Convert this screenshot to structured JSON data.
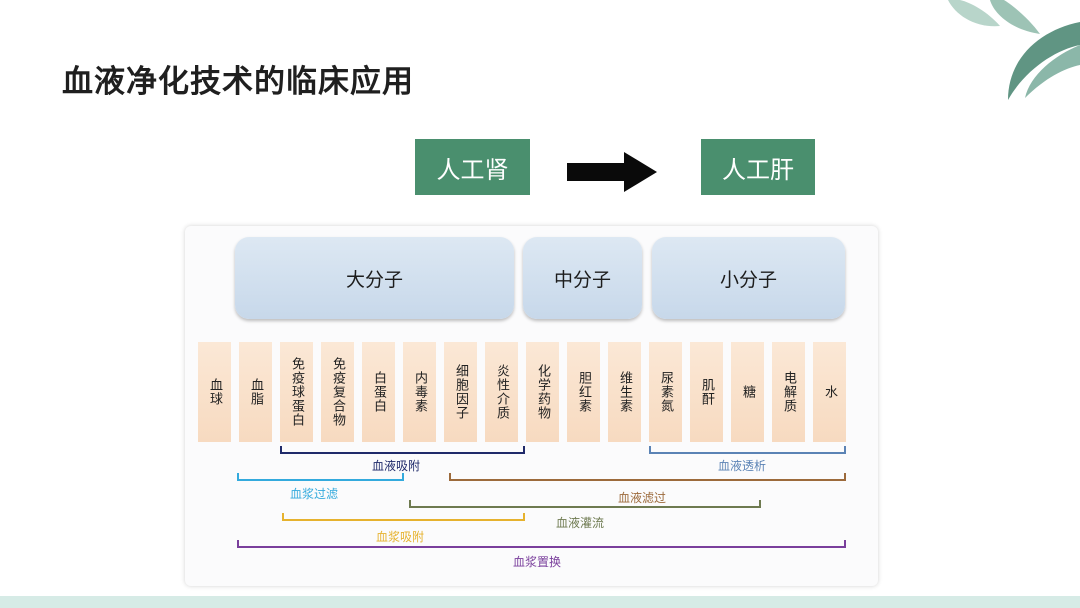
{
  "title": "血液净化技术的临床应用",
  "flow": {
    "from": "人工肾",
    "to": "人工肝"
  },
  "categories": {
    "large": "大分子",
    "middle": "中分子",
    "small": "小分子"
  },
  "items": [
    "血球",
    "血脂",
    "免疫球蛋白",
    "免疫复合物",
    "白蛋白",
    "内毒素",
    "细胞因子",
    "炎性介质",
    "化学药物",
    "胆红素",
    "维生素",
    "尿素氮",
    "肌酐",
    "糖",
    "电解质",
    "水"
  ],
  "techniques": {
    "hemoadsorption": "血液吸附",
    "hemodialysis": "血液透析",
    "plasma_filtration": "血浆过滤",
    "hemofiltration": "血液滤过",
    "hemoperfusion": "血液灌流",
    "plasma_adsorption": "血浆吸附",
    "plasma_exchange": "血浆置换"
  },
  "colors": {
    "hemoadsorption": "#1f2a6a",
    "hemodialysis": "#5b83b5",
    "plasma_filtration": "#33aadd",
    "hemofiltration": "#9c6a3b",
    "hemoperfusion": "#6e7a50",
    "plasma_adsorption": "#e6b22e",
    "plasma_exchange": "#7a3f9c"
  }
}
